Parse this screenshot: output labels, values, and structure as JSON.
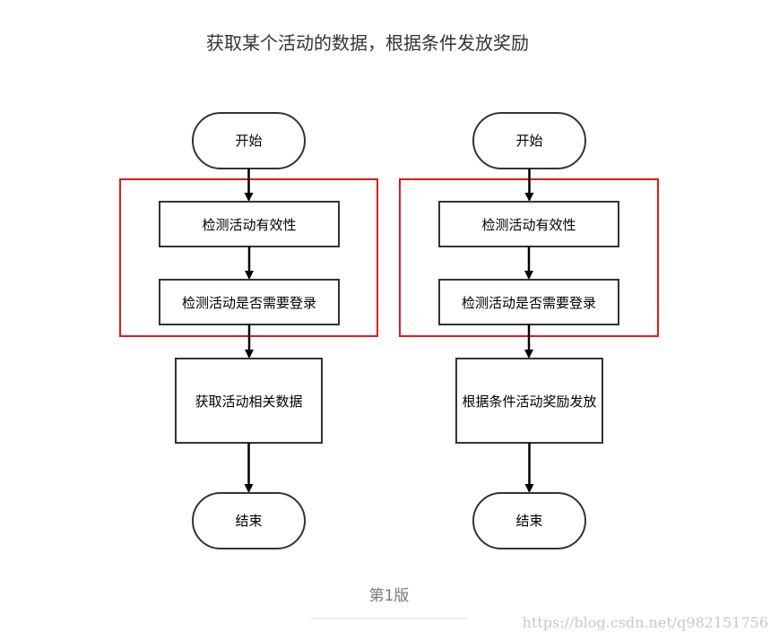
{
  "title": "获取某个活动的数据，根据条件发放奖励",
  "colors": {
    "highlight_box": "#e21a1a",
    "shape_stroke": "#333333",
    "arrow": "#000000"
  },
  "flows": [
    {
      "start": "开始",
      "check_valid": "检测活动有效性",
      "check_login": "检测活动是否需要登录",
      "action": "获取活动相关数据",
      "end": "结束"
    },
    {
      "start": "开始",
      "check_valid": "检测活动有效性",
      "check_login": "检测活动是否需要登录",
      "action": "根据条件活动奖励发放",
      "end": "结束"
    }
  ],
  "caption": "第1版",
  "watermark": "https://blog.csdn.net/q982151756"
}
